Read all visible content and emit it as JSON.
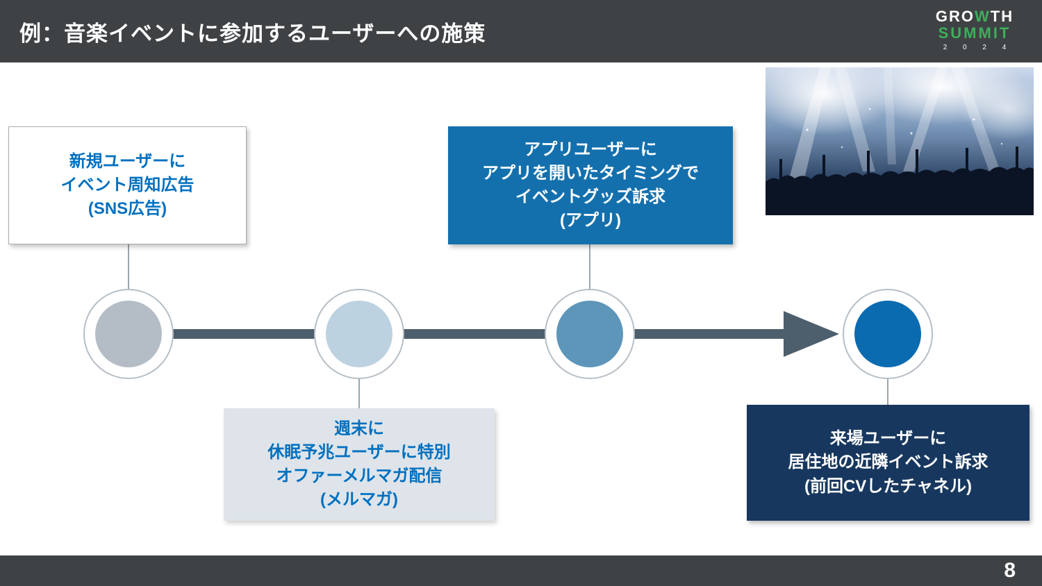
{
  "slide": {
    "title": "例：音楽イベントに参加するユーザーへの施策",
    "page_number": "8"
  },
  "logo": {
    "growth_pre": "GRO",
    "growth_w": "W",
    "growth_post": "TH",
    "summit": "SUMMIT",
    "year": "2 0 2 4"
  },
  "timeline": {
    "steps": [
      {
        "label": "新規ユーザーに\nイベント周知広告\n(SNS広告)",
        "channel": "SNS広告",
        "circle_color": "#b4bdc6",
        "box_style": "white-border-blue-text"
      },
      {
        "label": "週末に\n休眠予兆ユーザーに特別\nオファーメルマガ配信\n(メルマガ)",
        "channel": "メルマガ",
        "circle_color": "#bdd2e0",
        "box_style": "light-gray-blue-text"
      },
      {
        "label": "アプリユーザーに\nアプリを開いたタイミングで\nイベントグッズ訴求\n(アプリ)",
        "channel": "アプリ",
        "circle_color": "#5e96ba",
        "box_style": "blue-white-text"
      },
      {
        "label": "来場ユーザーに\n居住地の近隣イベント訴求\n(前回CVしたチャネル)",
        "channel": "前回CVしたチャネル",
        "circle_color": "#0a6bb0",
        "box_style": "navy-white-text"
      }
    ],
    "arrow_color": "#4d5e6c"
  },
  "colors": {
    "header_bg": "#3e4245",
    "footer_bg": "#3e4245",
    "accent_blue_text": "#0070c0",
    "box_blue": "#1470ad",
    "box_navy": "#17375e",
    "logo_green": "#3fae5a"
  }
}
